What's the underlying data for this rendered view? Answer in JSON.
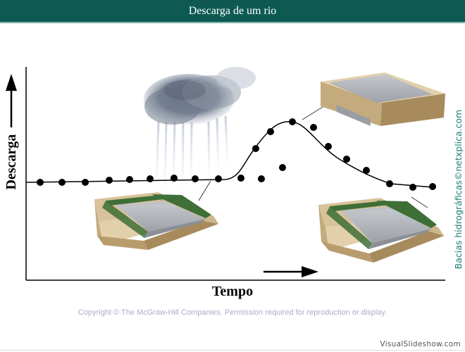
{
  "slide": {
    "title": "Descarga de um rio",
    "copyright": "Copyright © The McGraw-Hill Companies. Permission required for reproduction or display.",
    "watermark": "VisualSlideshow.com"
  },
  "diagram": {
    "ylabel": "Descarga",
    "xlabel": "Tempo",
    "side_credit": "Bacias hidrográficas©netxplica.com",
    "elements": [
      "storm-cloud",
      "channel-low-flow-before",
      "channel-bankfull-peak",
      "channel-low-flow-after"
    ],
    "curve_color": "#000000",
    "credit_color": "#1e7a78",
    "header_color": "#0e5a52"
  }
}
